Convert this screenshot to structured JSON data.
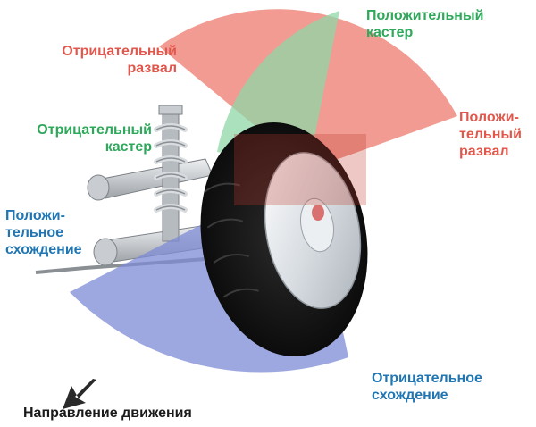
{
  "labels": {
    "negative_camber": [
      "Отрицательный",
      "развал"
    ],
    "positive_caster": [
      "Положительный",
      "кастер"
    ],
    "positive_camber": [
      "Положи-",
      "тельный",
      "развал"
    ],
    "negative_caster": [
      "Отрицательный",
      "кастер"
    ],
    "positive_toe": [
      "Положи-",
      "тельное",
      "схождение"
    ],
    "negative_toe": [
      "Отрицательное",
      "схождение"
    ],
    "direction": "Направление движения"
  },
  "colors": {
    "camber": "#f08a80",
    "caster": "#8fd7a6",
    "toe": "#7e8bd6",
    "label_red": "#e2574c",
    "label_green": "#2ea85a",
    "label_blue": "#1f76b3"
  },
  "icons": {
    "direction_arrow": "arrow-down-left-icon"
  }
}
